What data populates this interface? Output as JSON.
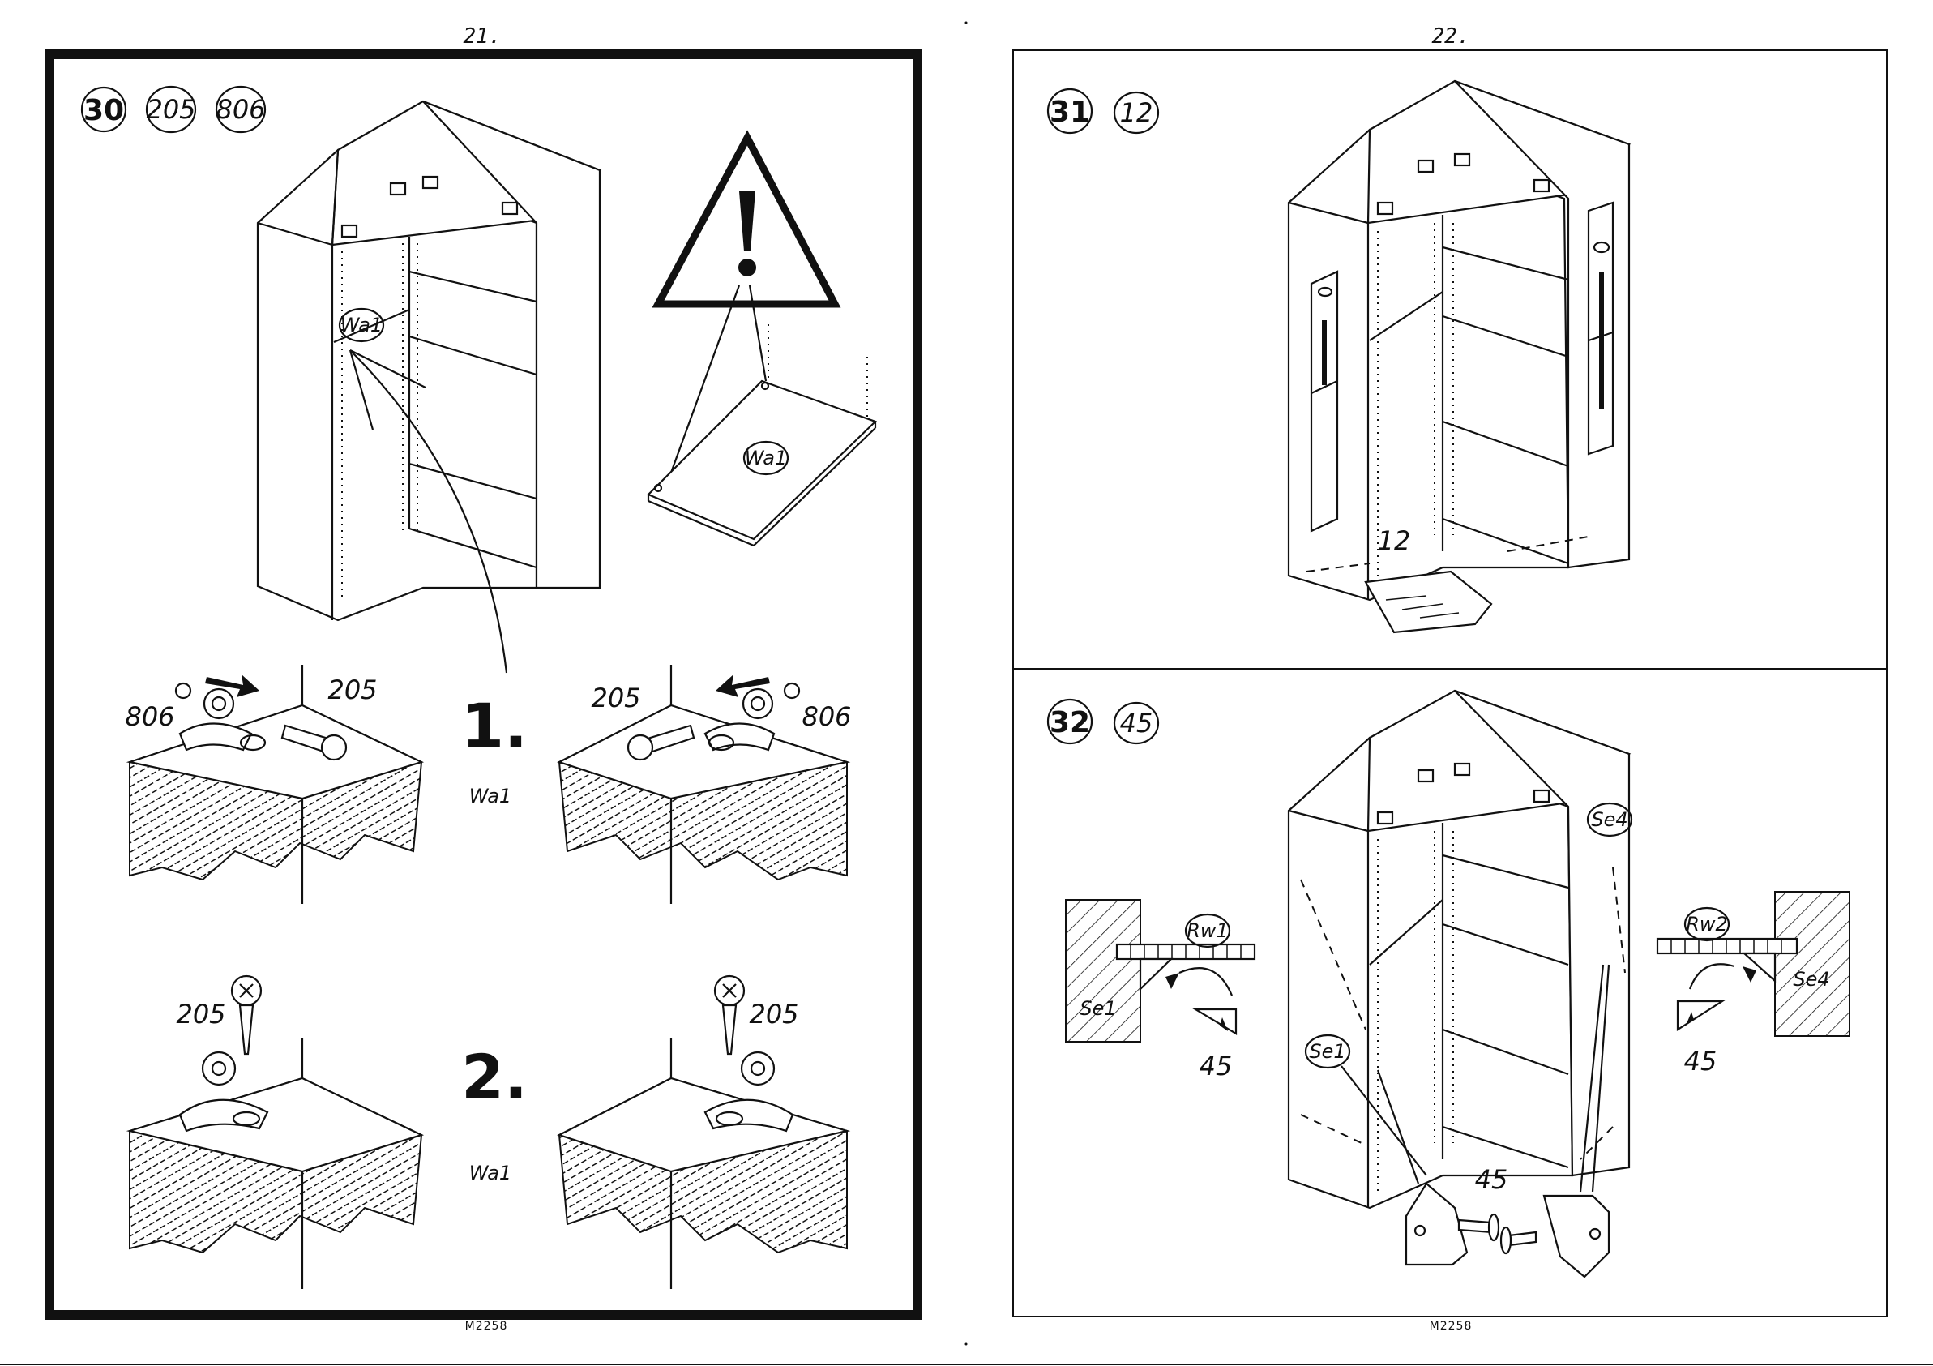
{
  "pages": [
    {
      "page_number": "21.",
      "footer_code": "M2258",
      "steps": [
        {
          "number": "30",
          "parts": [
            "205",
            "806"
          ],
          "labels": {
            "shelf": "Wa1",
            "warning_shelf": "Wa1",
            "substep_1": "1.",
            "substep_2": "2.",
            "sub1_left_part_a": "806",
            "sub1_left_part_b": "205",
            "sub1_right_part_a": "205",
            "sub1_right_part_b": "806",
            "sub1_panel": "Wa1",
            "sub2_left_screw": "205",
            "sub2_right_screw": "205",
            "sub2_panel": "Wa1"
          }
        }
      ]
    },
    {
      "page_number": "22.",
      "footer_code": "M2258",
      "steps": [
        {
          "number": "31",
          "parts": [
            "12"
          ],
          "labels": {
            "part_count": "12"
          }
        },
        {
          "number": "32",
          "parts": [
            "45"
          ],
          "labels": {
            "left_bracket": "Rw1",
            "left_wall": "Se1",
            "left_qty": "45",
            "right_bracket": "Rw2",
            "right_wall": "Se4",
            "right_qty": "45",
            "cabinet_side_left": "Se1",
            "cabinet_side_right": "Se4",
            "screw_qty": "45"
          }
        }
      ]
    }
  ]
}
